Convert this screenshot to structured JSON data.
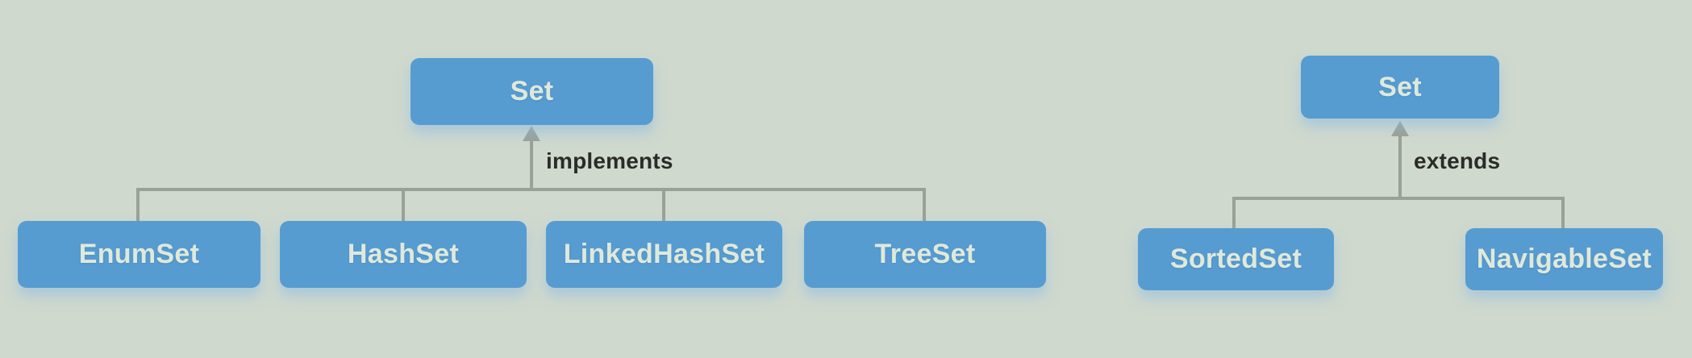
{
  "colors": {
    "background": "#cfd9ce",
    "node_fill": "#579cd1",
    "node_text": "#dfe9db",
    "connector_line": "#9aa196",
    "edge_label_text": "#2b2b27"
  },
  "left": {
    "parent": "Set",
    "relation": "implements",
    "children": [
      "EnumSet",
      "HashSet",
      "LinkedHashSet",
      "TreeSet"
    ]
  },
  "right": {
    "parent": "Set",
    "relation": "extends",
    "children": [
      "SortedSet",
      "NavigableSet"
    ]
  }
}
